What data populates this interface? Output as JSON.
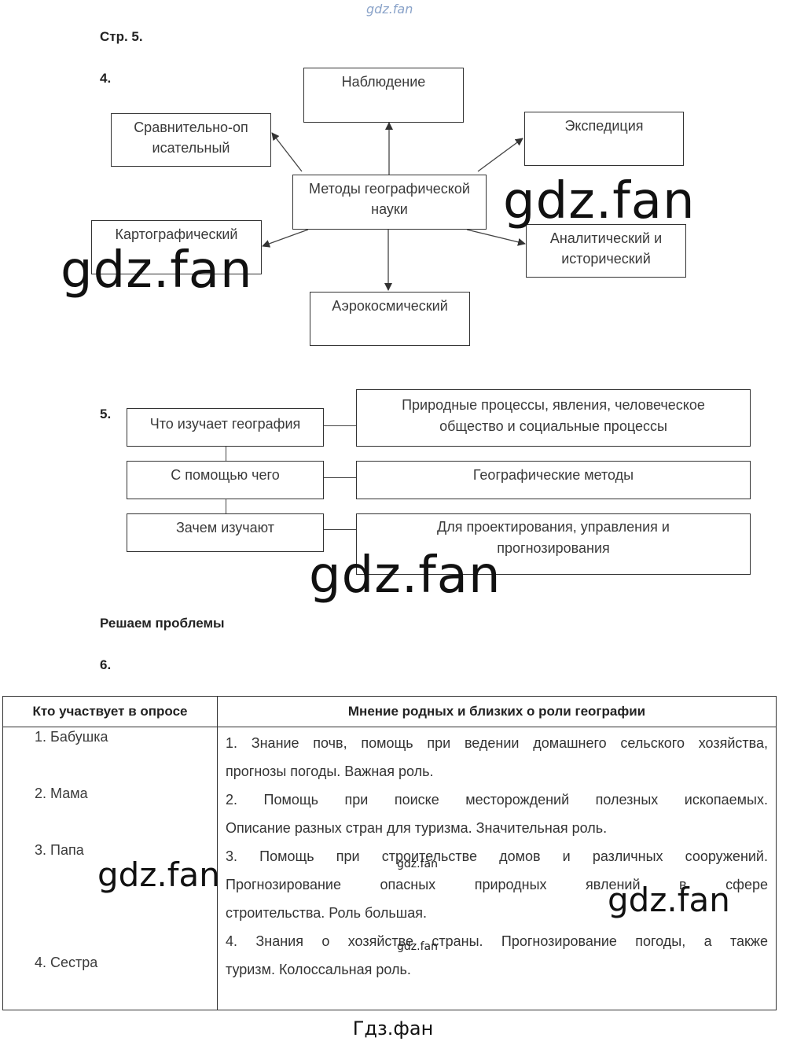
{
  "watermark_top": "gdz.fan",
  "page_ref": "Стр. 5.",
  "task4": {
    "number": "4.",
    "center": "Методы географической науки",
    "nodes": {
      "top": "Наблюдение",
      "upper_left": "Сравнительно-описательный",
      "upper_right": "Экспедиция",
      "left": "Картографический",
      "right": "Аналитический и исторический",
      "bottom": "Аэрокосмический"
    }
  },
  "task5": {
    "number": "5.",
    "rows": [
      {
        "q": "Что изучает география",
        "a": "Природные процессы, явления, человеческое общество и социальные процессы"
      },
      {
        "q": "С помощью чего",
        "a": "Географические методы"
      },
      {
        "q": "Зачем изучают",
        "a": "Для проектирования, управления и прогнозирования"
      }
    ]
  },
  "section_title": "Решаем проблемы",
  "task6": {
    "number": "6.",
    "headers": [
      "Кто участвует в опросе",
      "Мнение родных и близких о роли географии"
    ],
    "people": [
      "1. Бабушка",
      "2. Мама",
      "3. Папа",
      "4. Сестра"
    ],
    "opinions": [
      [
        "1. Знание почв, помощь при ведении домашнего сельского хозяйства,",
        "прогнозы погоды. Важная роль."
      ],
      [
        "2. Помощь при поиске месторождений полезных ископаемых.",
        "Описание разных стран для туризма. Значительная роль."
      ],
      [
        "3. Помощь при строительстве домов и различных сооружений.",
        "Прогнозирование опасных природных явлений в сфере",
        "строительства. Роль большая."
      ],
      [
        "4. Знания о хозяйстве страны. Прогнозирование погоды, а также",
        "туризм. Колоссальная роль."
      ]
    ]
  },
  "watermarks": [
    "gdz.fan",
    "gdz.fan",
    "gdz.fan",
    "gdz.fan",
    "gdz.fan",
    "gdz.fan",
    "gdz.fan"
  ],
  "footer": "Гдз.фан"
}
